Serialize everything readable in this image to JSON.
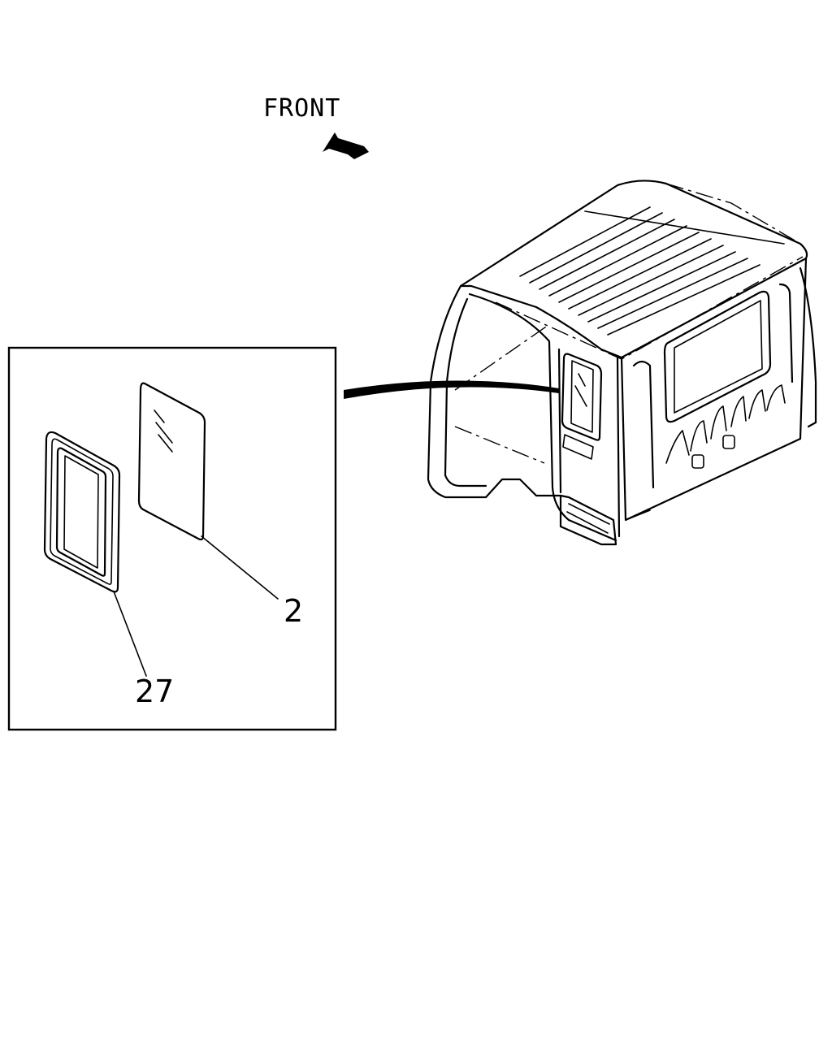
{
  "orientation": {
    "label": "FRONT",
    "icon": "arrow-up-left-icon"
  },
  "callouts": {
    "glass": "2",
    "weatherstrip": "27"
  },
  "colors": {
    "ink": "#000000",
    "paper": "#ffffff"
  }
}
